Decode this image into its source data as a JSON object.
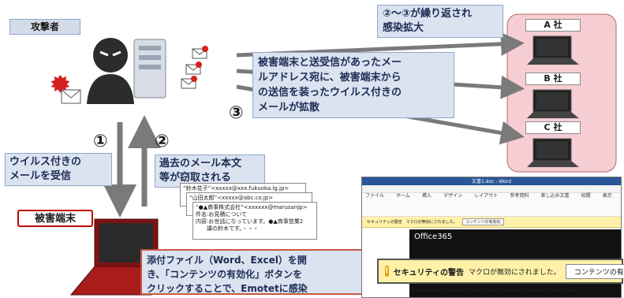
{
  "attacker": {
    "label": "攻撃者"
  },
  "victim": {
    "label": "被害端末"
  },
  "steps": {
    "one": "①",
    "two": "②",
    "three": "③",
    "one_text": "ウイルス付きの\nメールを受信",
    "two_text": "過去のメール本文\n等が窃取される",
    "three_text": "被害端末と送受信があったメー\nルアドレス宛に、被害端末から\nの送信を装ったウイルス付きの\nメールが拡散",
    "repeat_text": "②〜③が繰り返され\n感染拡大"
  },
  "companies": {
    "a": "A 社",
    "b": "B 社",
    "c": "C 社"
  },
  "infection_text": "添付ファイル（Word、Excel）を開\nき、「コンテンツの有効化」ボタンを\nクリックすることで、Emotetに感染",
  "stolen_mails": {
    "back2": "“鈴木花子”<xxxxx@xxx.fukuoka.lg.jp>",
    "back1": "“山田太郎”<xxxxx@abc.co.jp>",
    "front": [
      "“●▲商事株式会社”<xxxxxx@marusanjp>",
      "件名:お見積について",
      "内容:お世話になっています。●▲商事営業2",
      "　　課の鈴木です。・・・"
    ]
  },
  "word_window": {
    "title": "文書1.doc - Word",
    "tabs": [
      "ファイル",
      "ホーム",
      "挿入",
      "デザイン",
      "レイアウト",
      "参考資料",
      "差し込み文書",
      "校閲",
      "表示"
    ],
    "security_small": "セキュリティの警告　マクロが無効にされました。",
    "enable_small": "コンテンツの有効化",
    "office_label": "Office365",
    "security_big_title": "セキュリティの警告",
    "security_big_msg": "マクロが無効にされました。",
    "enable_big": "コンテンツの有効化",
    "bottom_note": "To view and edit document click Enable Editing and then click Enable Content."
  },
  "colors": {
    "box_blue": "#dbe3f0",
    "company_bg": "#f5cdd2",
    "arrow_gray": "#7a7a7a",
    "attack_red": "#c00000",
    "security_yellow": "#fff2a8"
  }
}
